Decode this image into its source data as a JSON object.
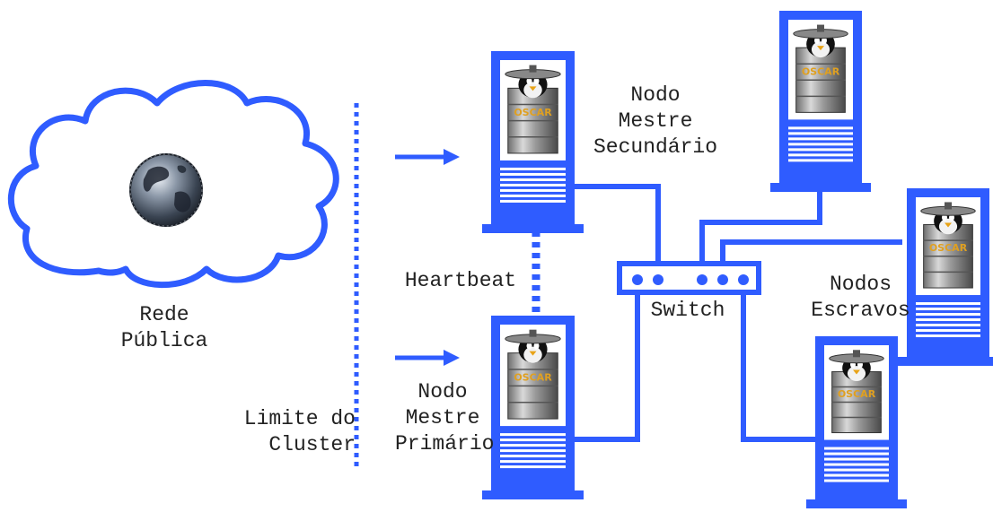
{
  "labels": {
    "public_network": [
      "Rede",
      "Pública"
    ],
    "cluster_limit": [
      "Limite do",
      "Cluster"
    ],
    "heartbeat": "Heartbeat",
    "secondary_master": [
      "Nodo",
      "Mestre",
      "Secundário"
    ],
    "primary_master": [
      "Nodo",
      "Mestre",
      "Primário"
    ],
    "switch": "Switch",
    "slave_nodes": [
      "Nodos",
      "Escravos"
    ]
  },
  "server_logo": "OSCAR",
  "icons": {
    "cloud": "cloud-icon",
    "globe": "globe-icon",
    "server": "server-icon",
    "switch": "switch-icon",
    "arrow": "arrow-right-icon"
  },
  "colors": {
    "network_blue": "#2f5cff",
    "cloud_fill": "#ffffff",
    "globe_dark": "#2a3340",
    "text": "#222222"
  }
}
